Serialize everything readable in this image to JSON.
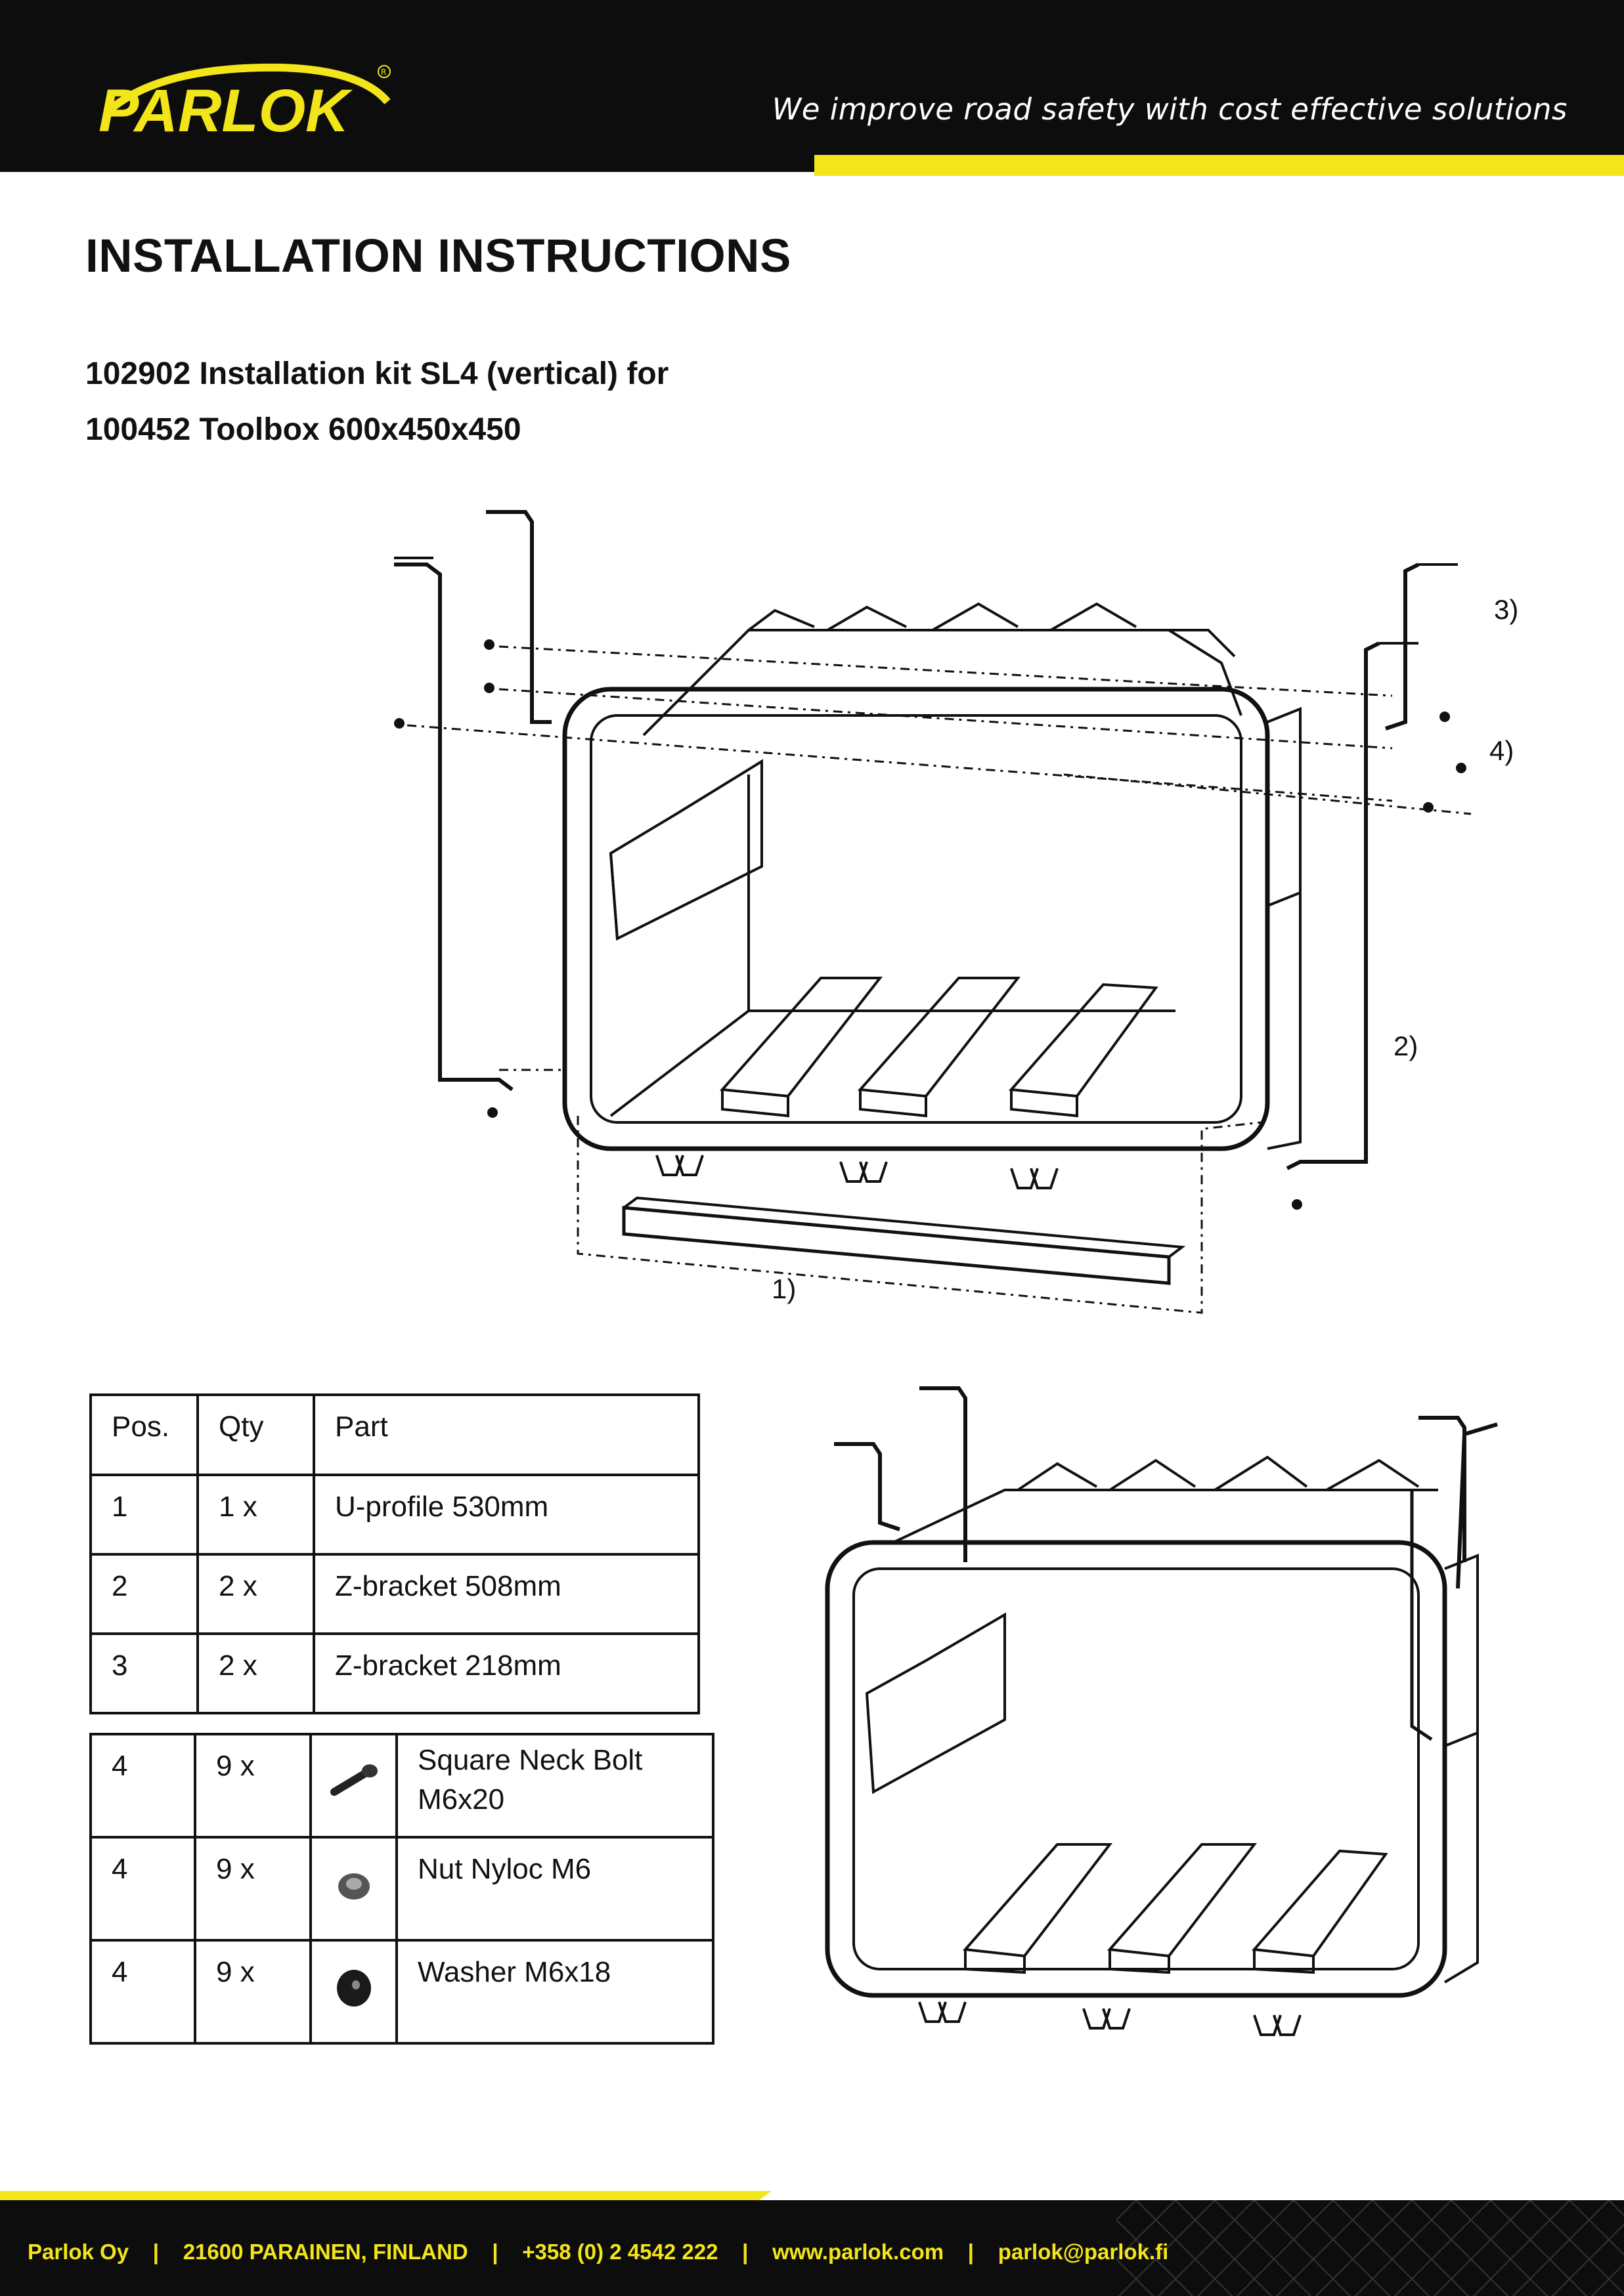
{
  "header": {
    "logo_text": "PARLOK",
    "slogan": "We improve road safety with cost effective solutions"
  },
  "document": {
    "title": "INSTALLATION INSTRUCTIONS",
    "subtitle_line1": "102902 Installation kit SL4 (vertical) for",
    "subtitle_line2": "100452 Toolbox 600x450x450"
  },
  "diagram": {
    "labels": [
      "1)",
      "2)",
      "3)",
      "4)"
    ]
  },
  "parts_table": {
    "headers": [
      "Pos.",
      "Qty",
      "Part"
    ],
    "rows": [
      {
        "pos": "1",
        "qty": "1 x",
        "part": "U-profile 530mm"
      },
      {
        "pos": "2",
        "qty": "2 x",
        "part": "Z-bracket 508mm"
      },
      {
        "pos": "3",
        "qty": "2 x",
        "part": "Z-bracket 218mm"
      }
    ]
  },
  "hardware_table": {
    "rows": [
      {
        "pos": "4",
        "qty": "9 x",
        "icon": "bolt-icon",
        "part_line1": "Square Neck Bolt",
        "part_line2": "M6x20"
      },
      {
        "pos": "4",
        "qty": "9 x",
        "icon": "nut-icon",
        "part_line1": "Nut Nyloc M6",
        "part_line2": ""
      },
      {
        "pos": "4",
        "qty": "9 x",
        "icon": "washer-icon",
        "part_line1": "Washer M6x18",
        "part_line2": ""
      }
    ]
  },
  "footer": {
    "company": "Parlok Oy",
    "address": "21600 PARAINEN, FINLAND",
    "phone": "+358 (0) 2 4542 222",
    "website": "www.parlok.com",
    "email": "parlok@parlok.fi",
    "separator": "|"
  },
  "colors": {
    "brand_yellow": "#f2e51a",
    "header_black": "#0d0d0d"
  }
}
